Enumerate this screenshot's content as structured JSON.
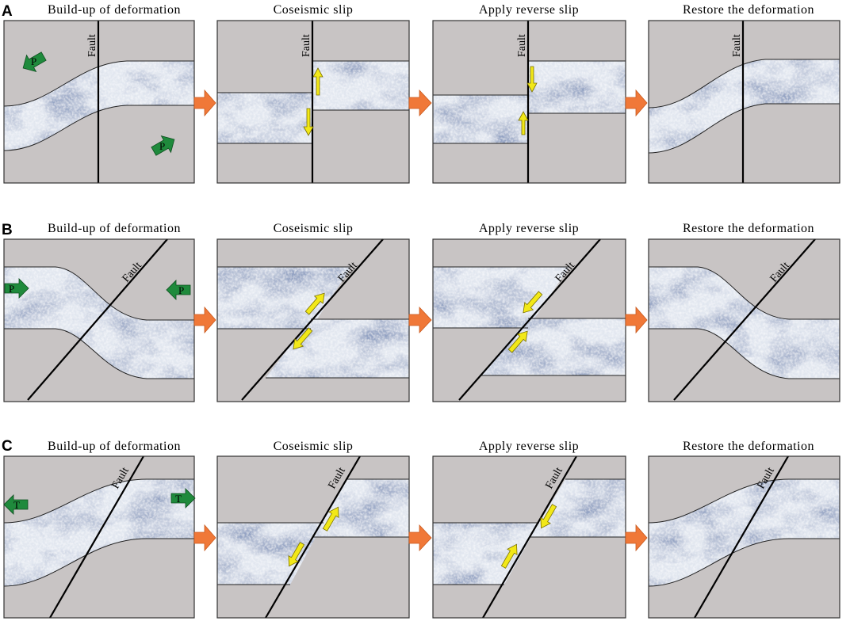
{
  "colors": {
    "background": "#c8c4c4",
    "rock_light": "#dde3ee",
    "rock_dark": "#4d5e8c",
    "fault": "#000000",
    "flow_arrow": "#f07838",
    "slip_arrow": "#f2e818",
    "force_arrow": "#1f8a3c"
  },
  "fault_label": "Fault",
  "rows": [
    {
      "label": "A",
      "panels": [
        {
          "title": "Build-up of deformation",
          "forces": [
            "P",
            "P"
          ]
        },
        {
          "title": "Coseismic slip",
          "slip": "arrows"
        },
        {
          "title": "Apply reverse slip",
          "slip": "arrows"
        },
        {
          "title": "Restore the deformation"
        }
      ]
    },
    {
      "label": "B",
      "panels": [
        {
          "title": "Build-up of deformation",
          "forces": [
            "P",
            "P"
          ]
        },
        {
          "title": "Coseismic slip",
          "slip": "arrows"
        },
        {
          "title": "Apply reverse slip",
          "slip": "arrows"
        },
        {
          "title": "Restore the deformation"
        }
      ]
    },
    {
      "label": "C",
      "panels": [
        {
          "title": "Build-up of deformation",
          "forces": [
            "T",
            "T"
          ]
        },
        {
          "title": "Coseismic slip",
          "slip": "arrows"
        },
        {
          "title": "Apply reverse slip",
          "slip": "arrows"
        },
        {
          "title": "Restore the deformation"
        }
      ]
    }
  ]
}
